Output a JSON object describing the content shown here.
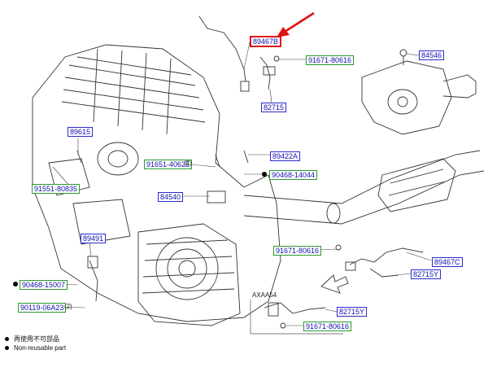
{
  "callouts": {
    "c89467b": "89467B",
    "c91671_top": "91671-80616",
    "c84546": "84546",
    "c82715": "82715",
    "c89615": "89615",
    "c89422a": "89422A",
    "c91651_40625": "91651-40625",
    "c90468_14044": "90468-14044",
    "c91551_80835": "91551-80835",
    "c84540": "84540",
    "c89491": "89491",
    "c91671_mid": "91671-80616",
    "c89467c": "89467C",
    "c82715y_right": "82715Y",
    "c90468_15007": "90468-15007",
    "c90119": "90119-06A23",
    "c82715y_bottom": "82715Y",
    "c91671_bottom": "91671-80616"
  },
  "qty": {
    "q91651": "(2)",
    "q90119": "(2)"
  },
  "variant_label": "AXAA54",
  "legend": {
    "line1": "再使用不可部品",
    "line2": "Non-reusable part"
  },
  "colors": {
    "callout_blue": "#2a2ad0",
    "callout_green": "#2a9a2a",
    "highlight_red": "#e01010"
  }
}
